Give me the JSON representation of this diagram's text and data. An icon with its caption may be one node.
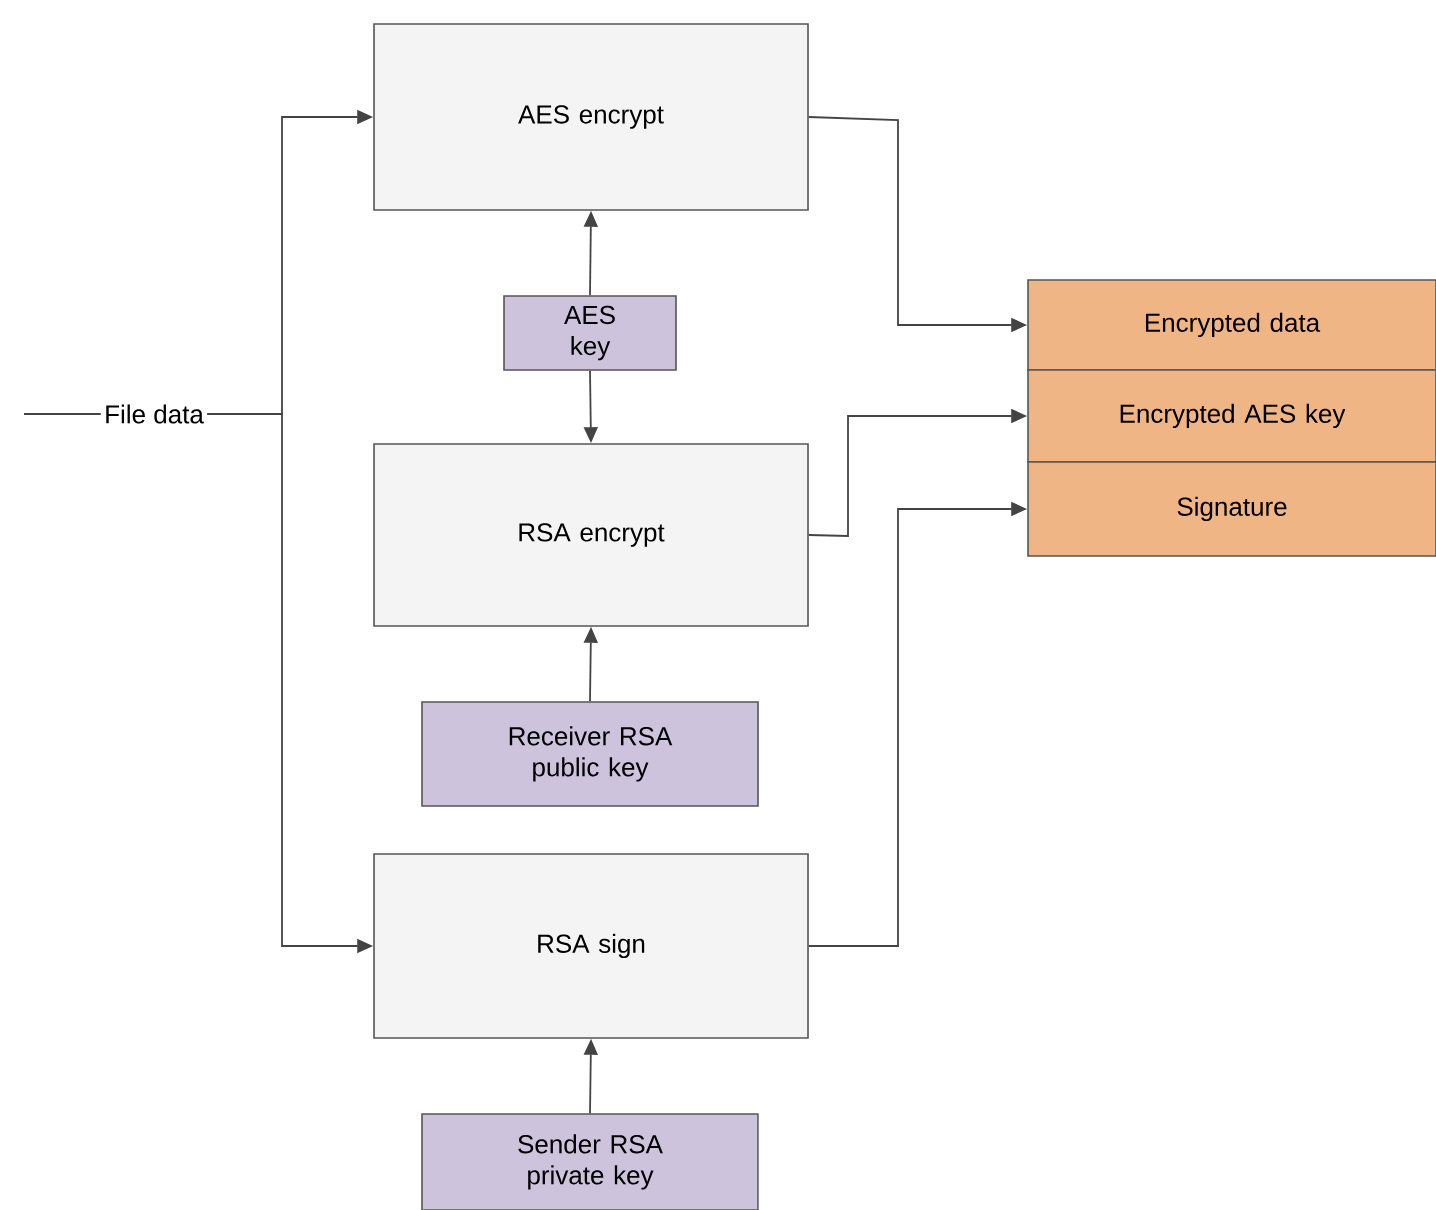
{
  "diagram": {
    "nodes": [
      {
        "text": [
          "File data"
        ]
      },
      {
        "text": [
          "AES encrypt"
        ]
      },
      {
        "text": [
          "AES key"
        ]
      },
      {
        "text": [
          "RSA encrypt"
        ]
      },
      {
        "text": [
          "Receiver RSA public key"
        ]
      },
      {
        "text": [
          "RSA sign"
        ]
      },
      {
        "text": [
          "Sender RSA private key"
        ]
      },
      {
        "text": [
          "Encrypted data"
        ]
      },
      {
        "text": [
          "Encrypted AES key"
        ]
      },
      {
        "text": [
          "Signature"
        ]
      }
    ],
    "edges": [
      {
        "from": null,
        "to": 0,
        "arrow": "none"
      },
      {
        "from": 0,
        "to": 1,
        "arrow": "to"
      },
      {
        "from": 0,
        "to": 5,
        "arrow": "to"
      },
      {
        "from": 2,
        "to": 1,
        "arrow": "to"
      },
      {
        "from": 2,
        "to": 3,
        "arrow": "to"
      },
      {
        "from": 4,
        "to": 3,
        "arrow": "to"
      },
      {
        "from": 6,
        "to": 5,
        "arrow": "to"
      },
      {
        "from": 1,
        "to": 7,
        "arrow": "to"
      },
      {
        "from": 3,
        "to": 8,
        "arrow": "to"
      },
      {
        "from": 5,
        "to": 9,
        "arrow": "to"
      }
    ]
  }
}
